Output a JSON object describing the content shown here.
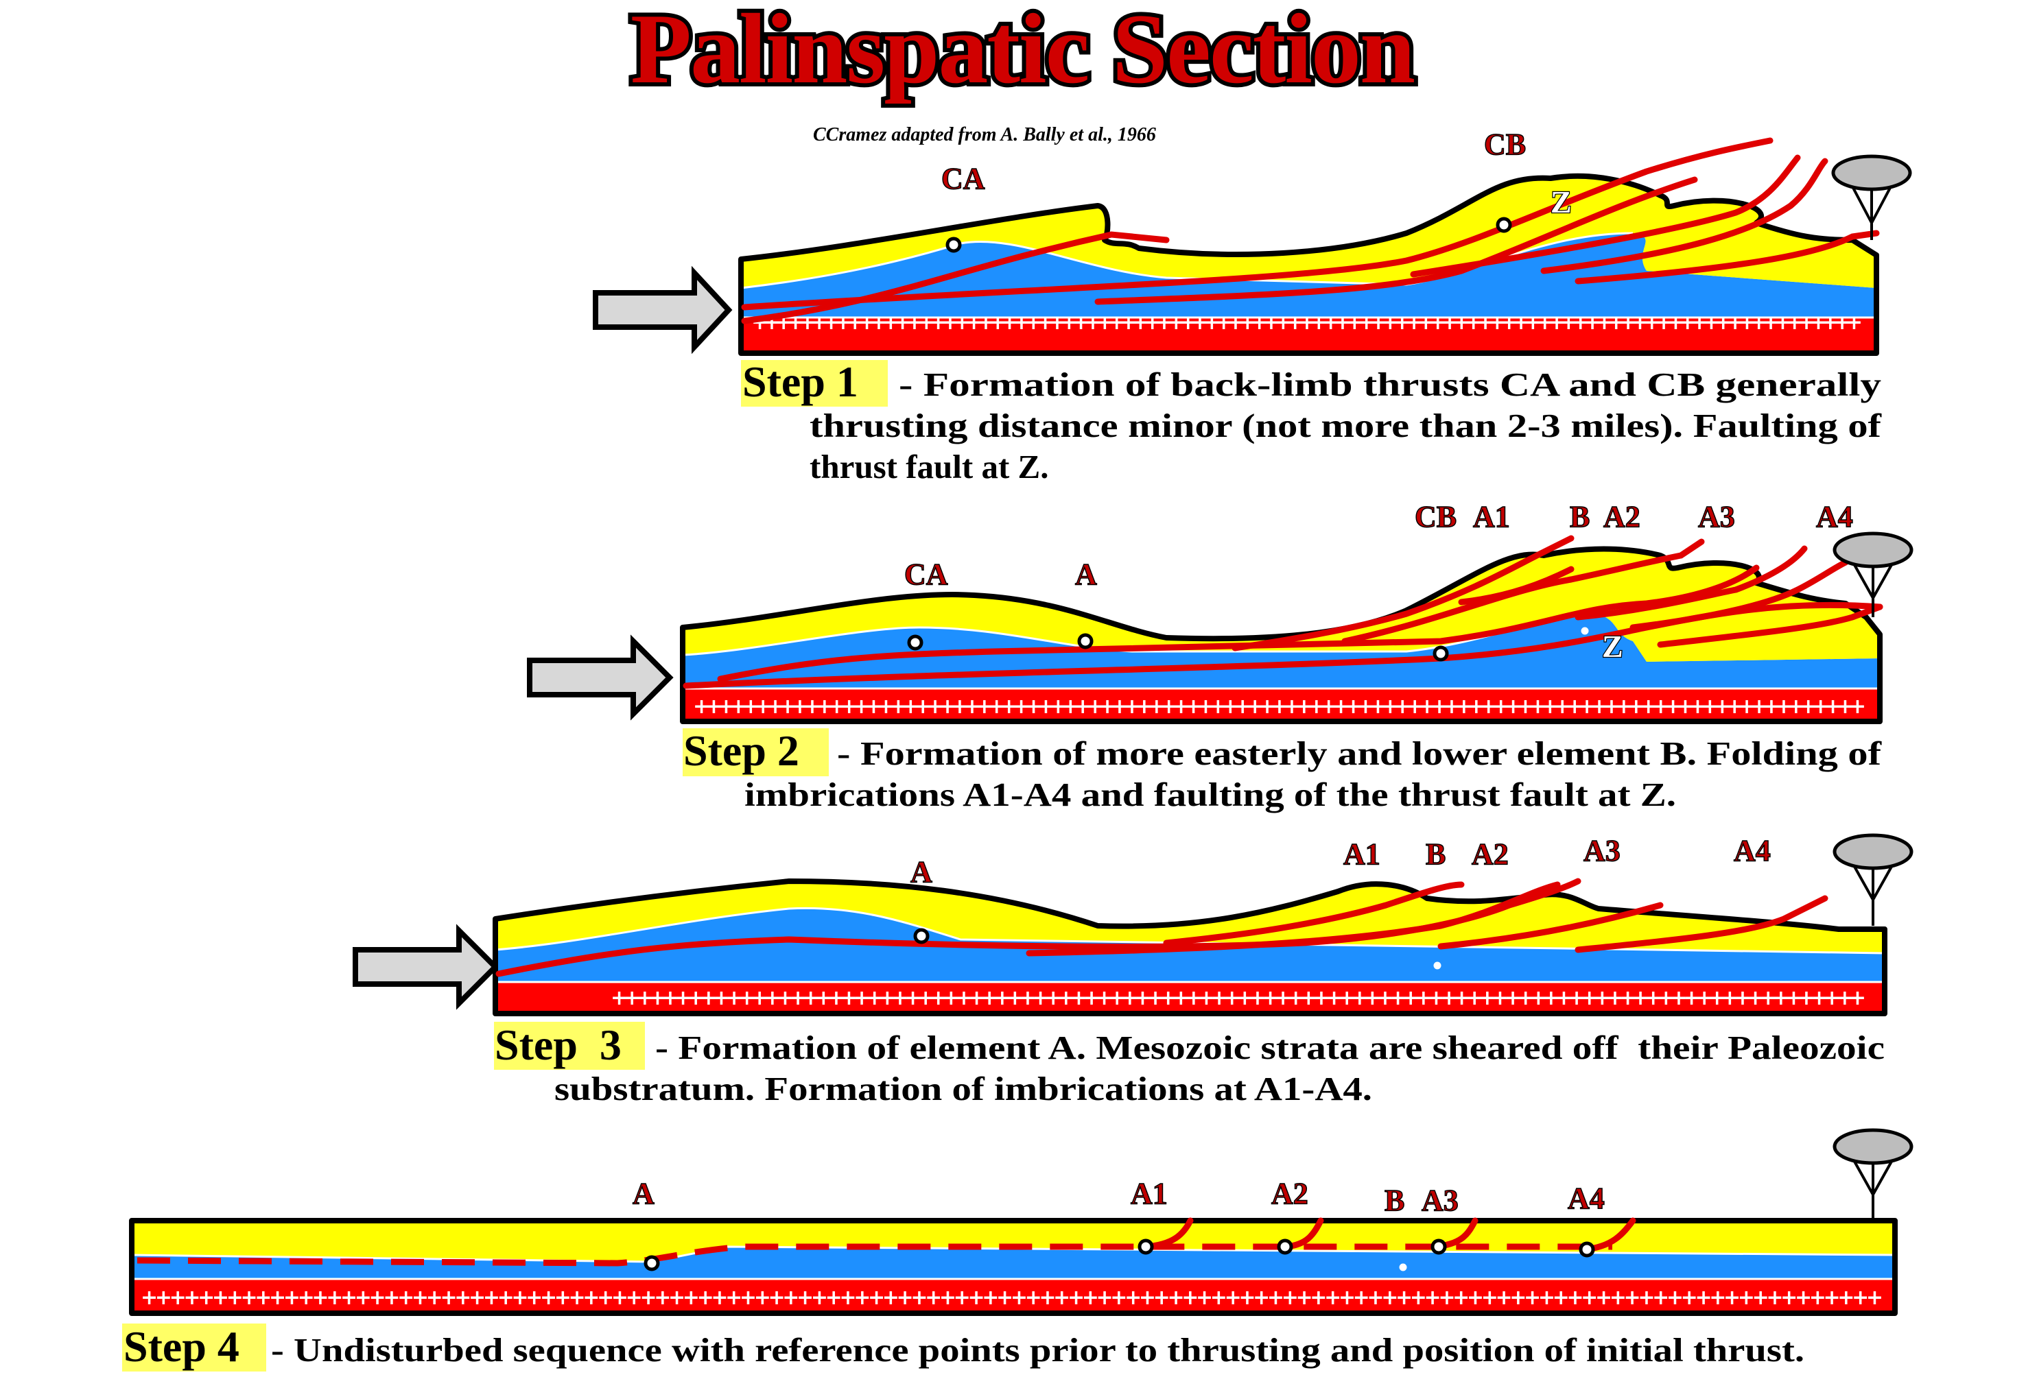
{
  "title": "Palinspatic Section",
  "credit": "CCramez adapted from  A. Bally et al., 1966",
  "colors": {
    "upper_layer": "#ffff00",
    "middle_layer": "#1e90ff",
    "basement": "#ff0000",
    "faults": "#e00000",
    "step_highlight": "#ffff66"
  },
  "steps": [
    {
      "tag": "Step 1",
      "caption_lines": [
        "- Formation of back-limb thrusts CA and CB generally",
        "thrusting distance minor (not more than 2-3 miles). Faulting of",
        "thrust fault at Z."
      ],
      "labels": {
        "ca": "CA",
        "cb": "CB",
        "z": "Z"
      }
    },
    {
      "tag": "Step 2",
      "caption_lines": [
        "- Formation of more easterly and lower element B. Folding of",
        "imbrications A1-A4 and faulting of the thrust fault at Z."
      ],
      "labels": {
        "ca": "CA",
        "a": "A",
        "cb": "CB",
        "a1": "A1",
        "b": "B",
        "a2": "A2",
        "a3": "A3",
        "a4": "A4",
        "z": "Z"
      }
    },
    {
      "tag": "Step  3",
      "caption_lines": [
        "- Formation of element A. Mesozoic strata are sheared off  their Paleozoic",
        "substratum. Formation of imbrications at A1-A4."
      ],
      "labels": {
        "a": "A",
        "a1": "A1",
        "b": "B",
        "a2": "A2",
        "a3": "A3",
        "a4": "A4"
      }
    },
    {
      "tag": "Step 4",
      "caption_lines": [
        "- Undisturbed sequence with reference points prior to thrusting and position of initial thrust."
      ],
      "labels": {
        "a": "A",
        "a1": "A1",
        "a2": "A2",
        "b": "B",
        "a3": "A3",
        "a4": "A4"
      }
    }
  ]
}
